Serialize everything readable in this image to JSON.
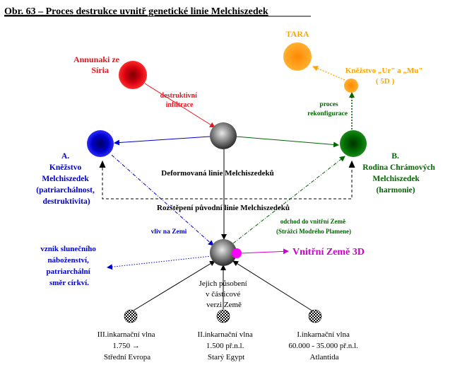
{
  "title": "Obr. 63 – Proces destrukce uvnitř genetické linie Melchiszedek",
  "nodes": {
    "tara": {
      "label": "TARA",
      "color": "#FFA500"
    },
    "annunaki": {
      "lines": [
        "Annunaki ze",
        "Síria"
      ],
      "color": "#E8141C"
    },
    "ur_mu": {
      "lines": [
        "Kněžstvo „Ur\" a „Mu\"",
        "( 5D )"
      ],
      "color": "#FFA500"
    },
    "deformed": {
      "label": "Deformovaná linie Melchiszedeků"
    },
    "a_branch": {
      "lines": [
        "A.",
        "Kněžstvo",
        "Melchiszedek",
        "(patriarchálnost,",
        "destruktivita)"
      ],
      "color": "#0000CC"
    },
    "b_branch": {
      "lines": [
        "B.",
        "Rodina Chrámových",
        "Melchiszedek",
        "(harmonie)"
      ],
      "color": "#006600"
    },
    "split": {
      "label": "Rozštěpení původní linie Melchiszedeků"
    },
    "center_effect": {
      "lines": [
        "Jejich působení",
        "v částicové",
        "verzi Země"
      ]
    },
    "inner_earth": {
      "label": "Vnitřní Země 3D",
      "color": "#CC00CC"
    },
    "religions": {
      "lines": [
        "vznik slunečního",
        "náboženství,",
        "patriarchální",
        "směr církví."
      ],
      "color": "#0000CC"
    }
  },
  "edge_labels": {
    "infiltration": [
      "destruktivní",
      "infiltrace"
    ],
    "reconfig": [
      "proces",
      "rekonfigurace"
    ],
    "influence": "vliv na Zemi",
    "departure": [
      "odchod do vnitřní Země",
      "(Strážci Modrého Plamene)"
    ]
  },
  "waves": [
    {
      "lines": [
        "III.inkarnační vlna",
        "1.750 →",
        "Střední Evropa"
      ]
    },
    {
      "lines": [
        "II.inkarnační vlna",
        "1.500 př.n.l.",
        "Starý Egypt"
      ]
    },
    {
      "lines": [
        "I.inkarnační vlna",
        "60.000 - 35.000 př.n.l.",
        "Atlantida"
      ]
    }
  ],
  "colors": {
    "red": "#E8141C",
    "blue": "#0000CC",
    "green": "#006600",
    "orange": "#FFA500",
    "magenta": "#CC00CC",
    "gray": "#555555",
    "black": "#000000"
  }
}
